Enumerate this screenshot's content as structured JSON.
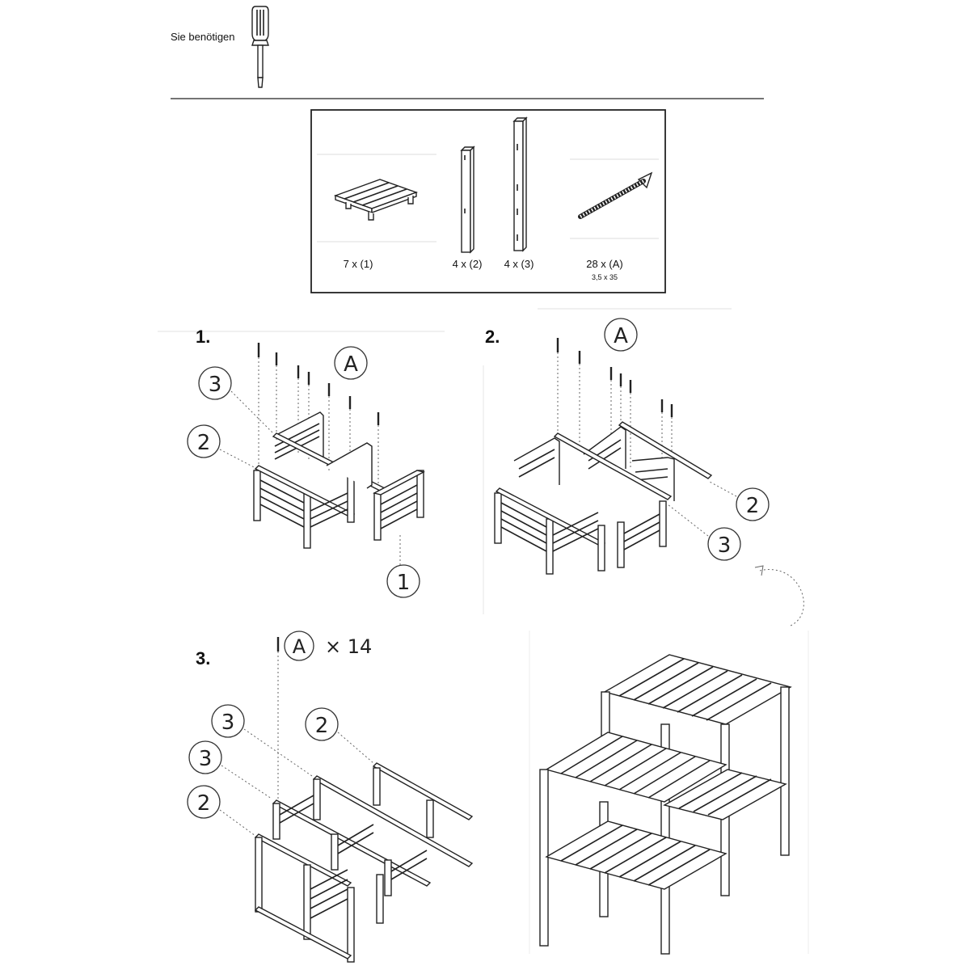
{
  "tools": {
    "label": "Sie benötigen",
    "icon": "screwdriver-icon"
  },
  "parts": [
    {
      "count": "7 x (1)",
      "icon": "shelf-panel-icon"
    },
    {
      "count": "4 x (2)",
      "icon": "short-post-icon"
    },
    {
      "count": "4 x (3)",
      "icon": "long-post-icon"
    },
    {
      "count": "28 x (A)",
      "size": "3,5 x 35",
      "icon": "screw-icon"
    }
  ],
  "steps": {
    "s1": {
      "num": "1.",
      "screw": "A",
      "c1": "3",
      "c2": "2",
      "c3": "1"
    },
    "s2": {
      "num": "2.",
      "screw": "A",
      "c1": "2",
      "c2": "3"
    },
    "s3": {
      "num": "3.",
      "screw": "A",
      "qty": "× 14",
      "c1": "3",
      "c2": "2",
      "c3": "3",
      "c4": "2"
    }
  }
}
